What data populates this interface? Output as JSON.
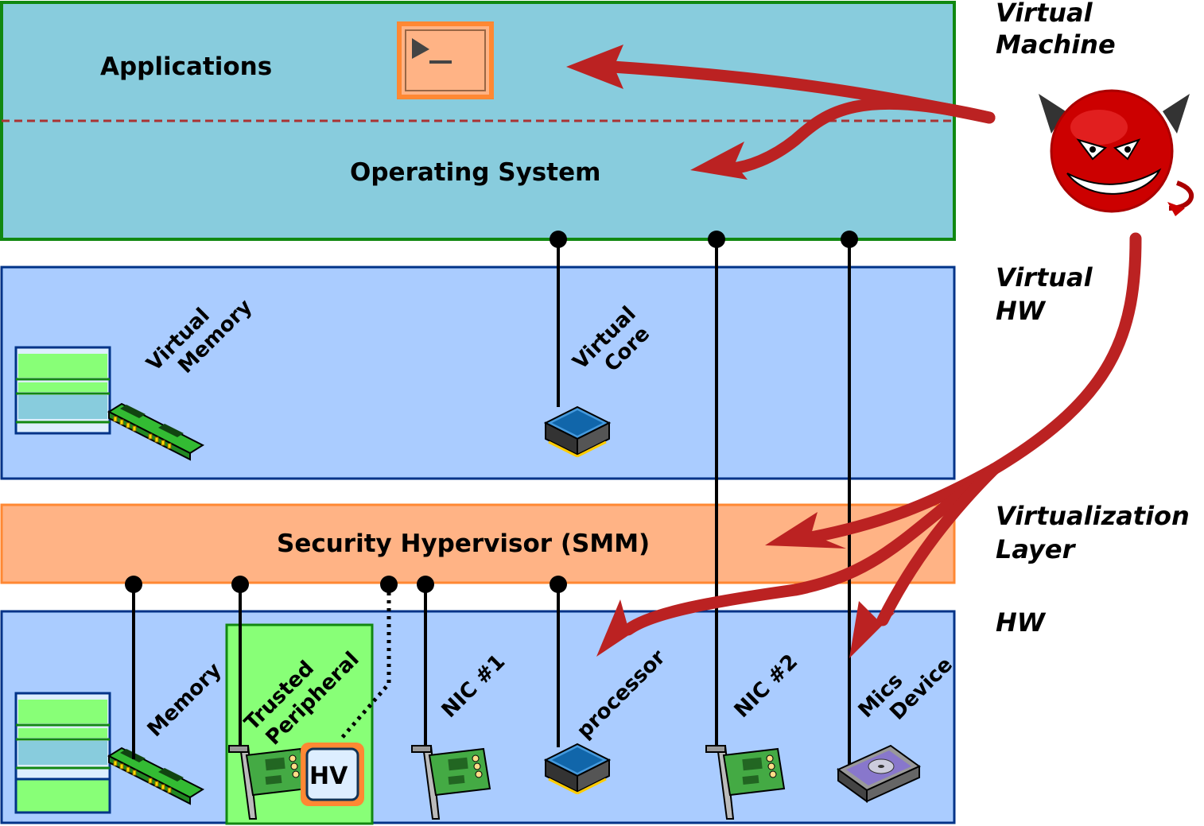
{
  "layers": {
    "vm": {
      "applications": "Applications",
      "operating_system": "Operating System"
    },
    "virtual_hw": {
      "virtual_memory": [
        "Virtual",
        "Memory"
      ],
      "virtual_core": [
        "Virtual",
        "Core"
      ]
    },
    "hypervisor": {
      "label": "Security Hypervisor (SMM)"
    },
    "hw": {
      "memory": "Memory",
      "trusted_peripheral": [
        "Trusted",
        "Peripheral"
      ],
      "hv_chip": "HV",
      "nic1": "NIC #1",
      "processor": "processor",
      "nic2": "NIC #2",
      "misc_device": [
        "Mics",
        "Device"
      ]
    }
  },
  "side_labels": {
    "virtual_machine": [
      "Virtual",
      "Machine"
    ],
    "virtual_hw": [
      "Virtual",
      "HW"
    ],
    "virtualization_layer": [
      "Virtualization",
      "Layer"
    ],
    "hw": "HW"
  },
  "icons": [
    "terminal-icon",
    "devil-icon",
    "ram-module-icon",
    "memory-table-icon",
    "cpu-icon",
    "nic-card-icon",
    "hard-disk-icon",
    "hv-chip-icon"
  ],
  "colors": {
    "vm_fill": "#88ccdd",
    "vm_border": "#118811",
    "hw_fill": "#aaccff",
    "hw_border": "#003388",
    "hypervisor_fill": "#ffb385",
    "hypervisor_border": "#ff8833",
    "trusted_fill": "#88ff77",
    "attack_arrow": "#bb2222"
  }
}
